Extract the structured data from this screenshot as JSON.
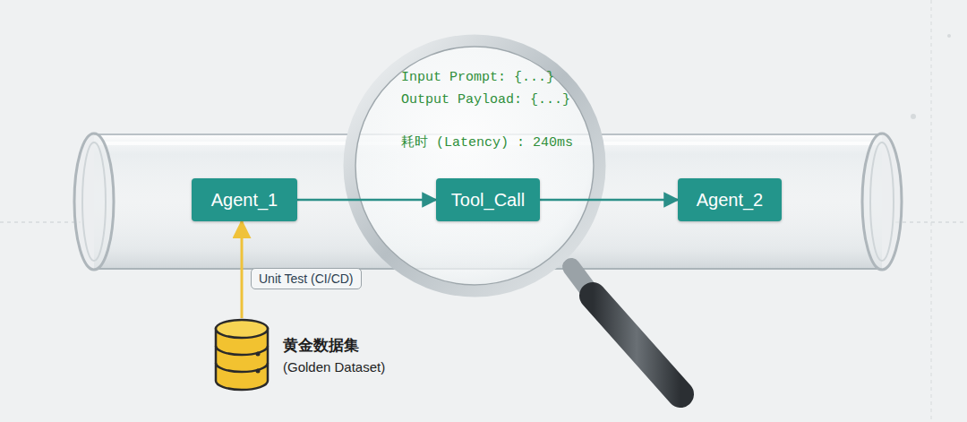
{
  "diagram": {
    "nodes": [
      {
        "text": [
          "Agent_1"
        ]
      },
      {
        "text": [
          "Tool_Call"
        ]
      },
      {
        "text": [
          "Agent_2"
        ]
      },
      {
        "text": [
          "黄金数据集",
          "(Golden Dataset)"
        ]
      }
    ],
    "edges": [
      {
        "from": 0,
        "to": 1,
        "arrow": "to"
      },
      {
        "from": 1,
        "to": 2,
        "arrow": "to"
      },
      {
        "from": 3,
        "to": 0,
        "label": "Unit Test (CI/CD)",
        "arrow": "to"
      }
    ],
    "labels": [
      "Input Prompt: {...}",
      "Output Payload: {...}",
      "耗时 (Latency) : 240ms"
    ]
  }
}
